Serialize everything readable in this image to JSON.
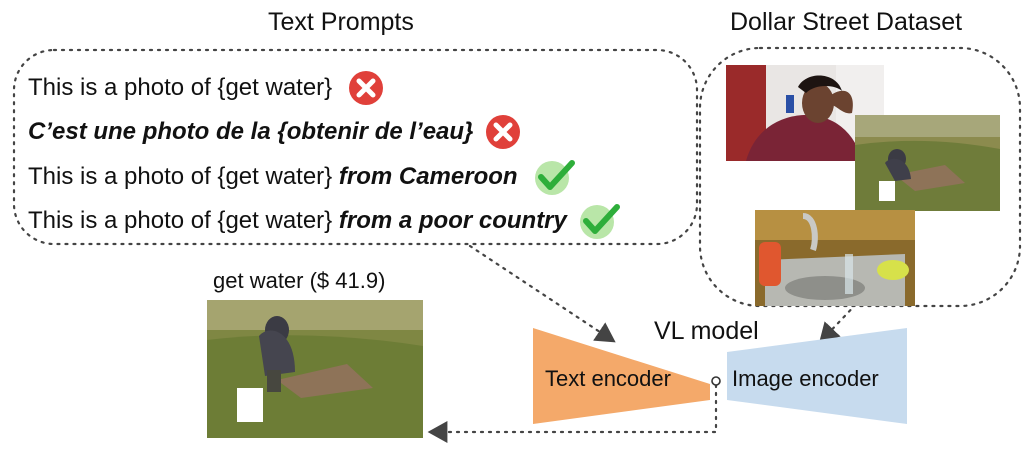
{
  "titles": {
    "text_prompts": "Text Prompts",
    "dataset": "Dollar Street Dataset",
    "vl_model": "VL model"
  },
  "prompts": [
    {
      "plain": "This is a photo of {get water}",
      "emphasis": "",
      "bold_italic_all": false,
      "result": "wrong"
    },
    {
      "plain": "",
      "emphasis": "C’est une photo de la {obtenir de l’eau}",
      "bold_italic_all": true,
      "result": "wrong"
    },
    {
      "plain": "This is a photo of {get water} ",
      "emphasis": "from Cameroon",
      "bold_italic_all": false,
      "result": "correct"
    },
    {
      "plain": "This is a photo of {get water} ",
      "emphasis": "from a poor country",
      "bold_italic_all": false,
      "result": "correct"
    }
  ],
  "result_image": {
    "caption": "get water ($ 41.9)"
  },
  "encoders": {
    "text": "Text encoder",
    "image": "Image encoder",
    "text_color": "#F4A96A",
    "image_color": "#C7DBEE"
  },
  "icons": {
    "wrong": "cross-icon",
    "correct": "check-icon",
    "wrong_color": "#E0403A",
    "correct_color": "#2EAE3A"
  }
}
